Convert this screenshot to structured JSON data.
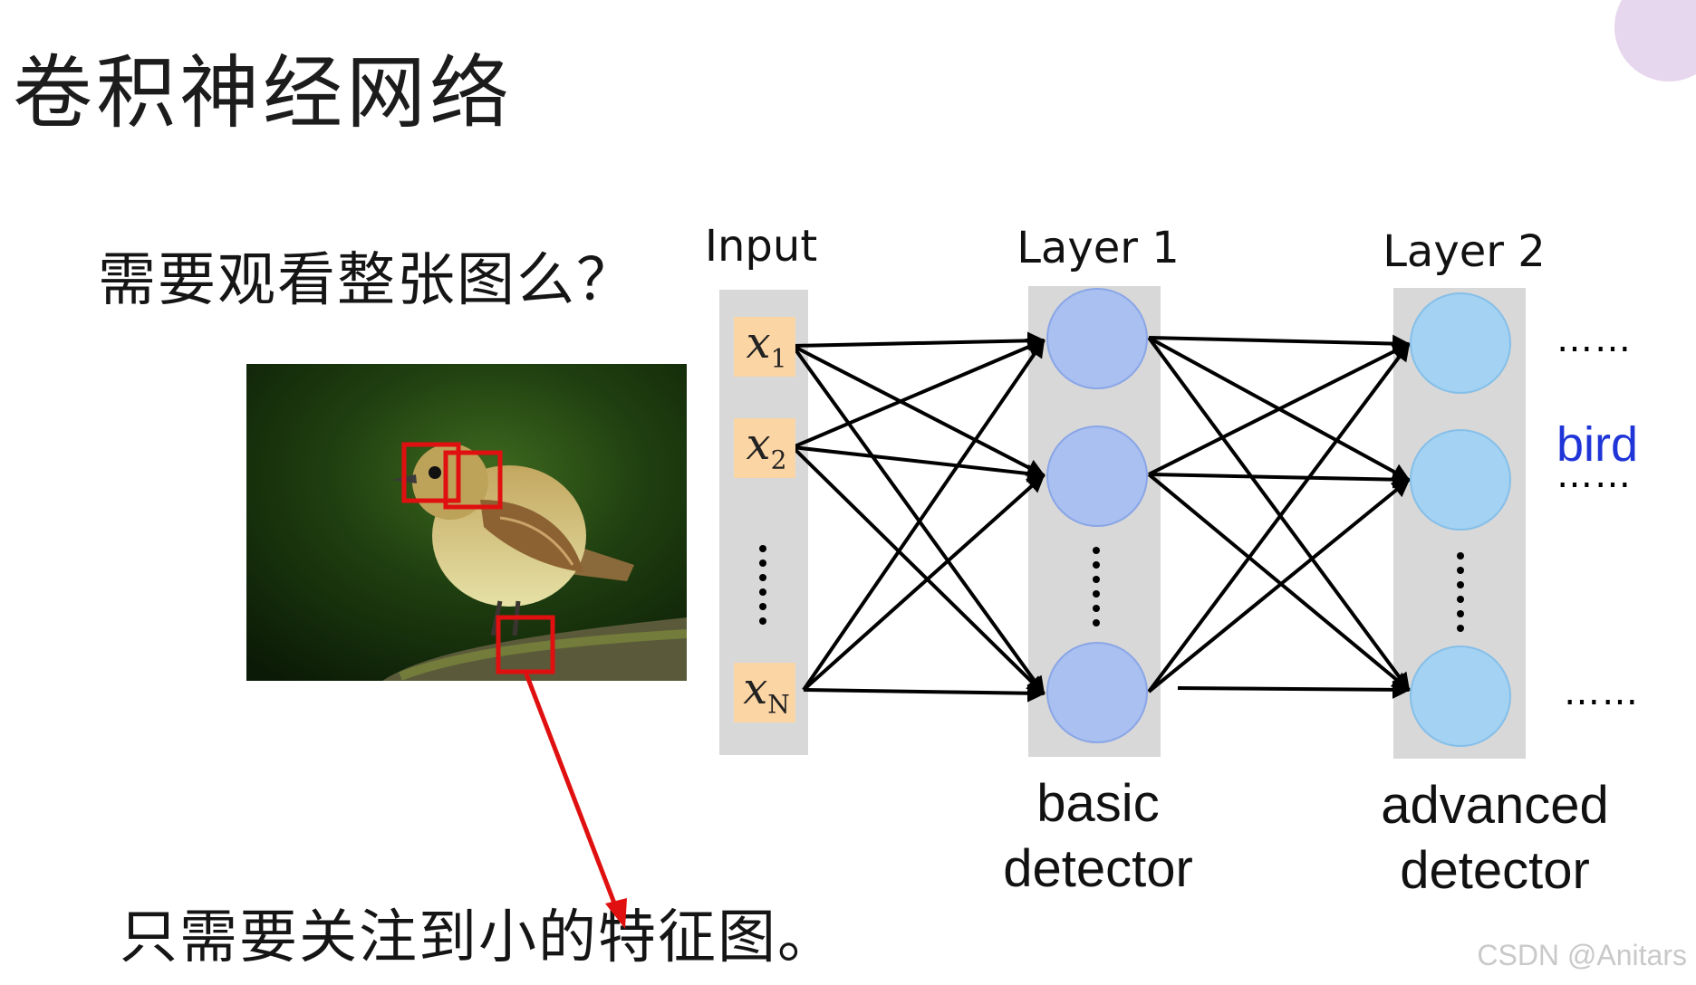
{
  "slide": {
    "title": "卷积神经网络",
    "question": "需要观看整张图么？",
    "answer": "只需要关注到小的特征图。",
    "watermark": "CSDN @Anitars"
  },
  "network": {
    "input_header": "Input",
    "layer1_header": "Layer 1",
    "layer2_header": "Layer 2",
    "inputs": [
      {
        "base": "x",
        "sub": "1"
      },
      {
        "base": "x",
        "sub": "2"
      },
      {
        "base": "x",
        "sub": "N"
      }
    ],
    "layer1_caption": [
      "basic",
      "detector"
    ],
    "layer2_caption": [
      "advanced",
      "detector"
    ],
    "output_label": "bird",
    "ellipsis": "……"
  },
  "colors": {
    "input_box": "#fcd5a4",
    "column_bg": "#d8d8d8",
    "neuron_layer1": "#a9c0f1",
    "neuron_layer2": "#a3d2f3",
    "highlight_box": "#e01010",
    "output_label": "#1f35d8"
  }
}
